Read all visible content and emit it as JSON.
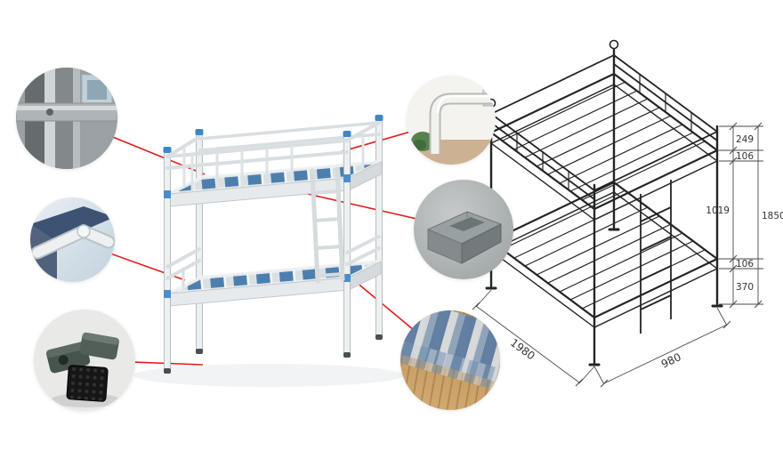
{
  "product": {
    "name": "metal bunk bed",
    "callouts": [
      {
        "id": "frame-tube-joint",
        "label": "steel frame tube joint detail"
      },
      {
        "id": "frame-corner",
        "label": "bed frame corner detail"
      },
      {
        "id": "plastic-feet",
        "label": "plastic corner connectors and foot detail"
      },
      {
        "id": "guardrail-tube",
        "label": "bent guardrail tube detail"
      },
      {
        "id": "steel-bracket",
        "label": "steel support bracket detail"
      },
      {
        "id": "wood-slats",
        "label": "wooden slat deck surface detail"
      }
    ]
  },
  "diagram": {
    "dimensions": {
      "guardrail_height": "249",
      "upper_frame_depth": "106",
      "bunk_gap": "1019",
      "total_height": "1850",
      "lower_frame_depth": "106",
      "lower_bed_height": "370",
      "length": "1980",
      "width": "980"
    }
  },
  "colors": {
    "callout_line_red": "#e01b1b",
    "slat_blue": "#4d7fae",
    "cap_blue": "#3f86c6",
    "wireframe_black": "#222426"
  }
}
